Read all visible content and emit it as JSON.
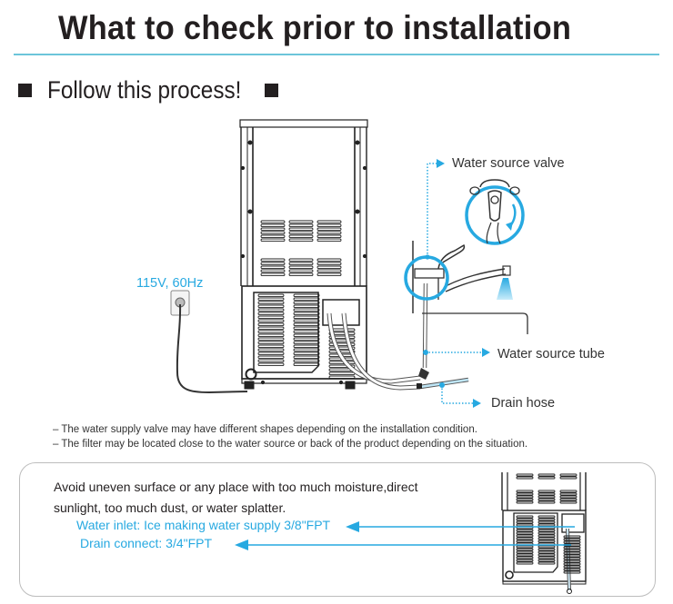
{
  "page": {
    "title": "What to check prior to installation",
    "subheading": "Follow this process!"
  },
  "diagram": {
    "power_label": "115V, 60Hz",
    "callouts": {
      "water_source_valve": "Water source valve",
      "water_source_tube": "Water source tube",
      "drain_hose": "Drain hose"
    }
  },
  "notes": [
    "– The water supply valve may have different shapes depending on the installation condition.",
    "– The filter may be located close to the water source or back of the product depending on the situation."
  ],
  "info_box": {
    "text": "Avoid uneven surface or any place with too much moisture,direct sunlight, too much dust, or water splatter.",
    "water_inlet": "Water inlet: Ice making water supply 3/8\"FPT",
    "drain_connect": "Drain connect: 3/4\"FPT"
  },
  "colors": {
    "accent": "#27a9e1",
    "rule": "#6cc5da",
    "text": "#231f20",
    "box_border": "#bdbdbd"
  }
}
